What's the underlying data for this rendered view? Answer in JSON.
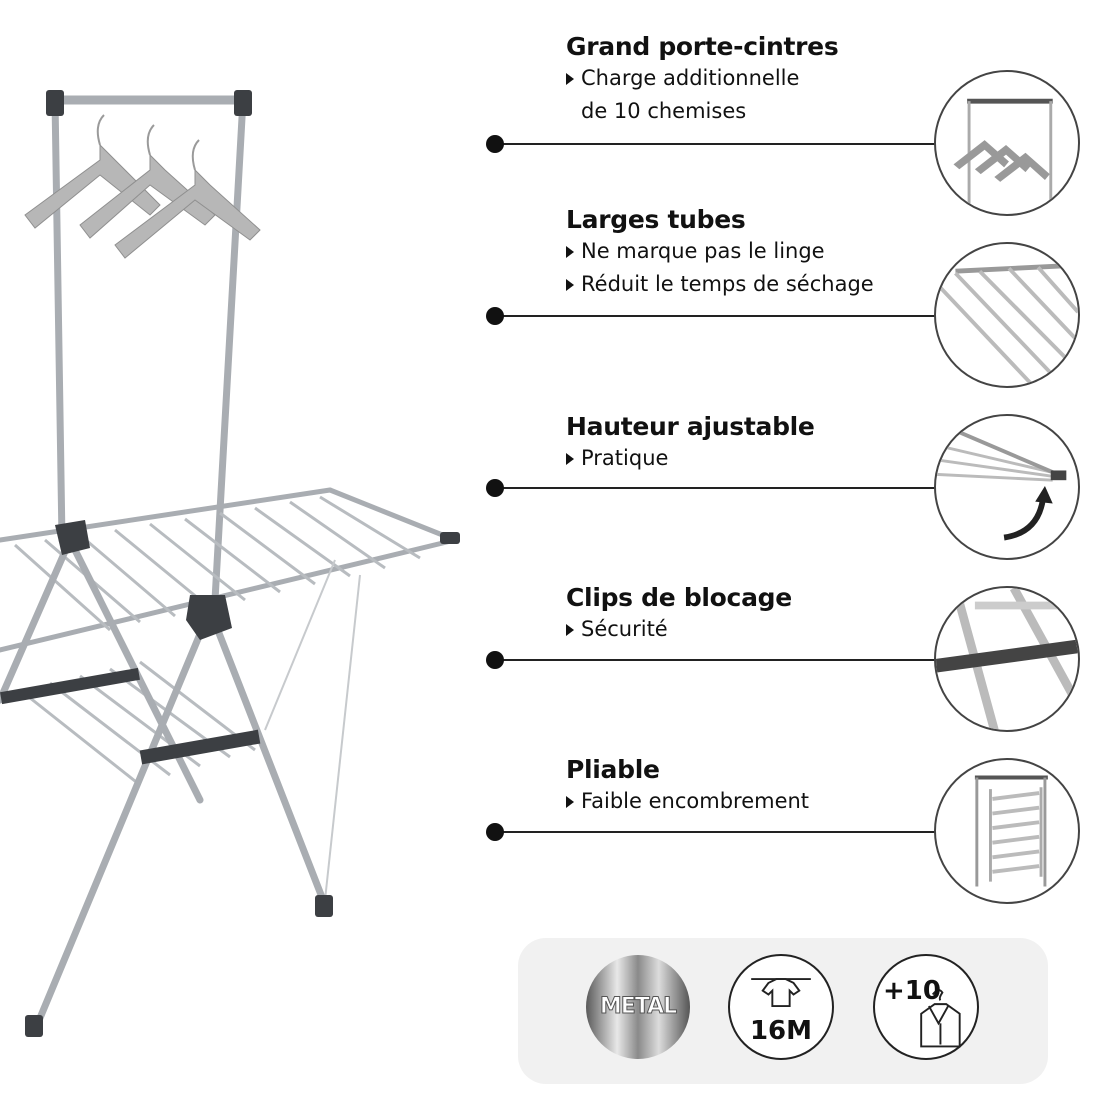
{
  "features": [
    {
      "title": "Grand porte-cintres",
      "lines": [
        "Charge additionnelle",
        "de 10 chemises"
      ],
      "icon": "hanger-rail-icon"
    },
    {
      "title": "Larges tubes",
      "lines": [
        "Ne marque pas le linge",
        "Réduit le temps de séchage"
      ],
      "icon": "wide-tubes-icon"
    },
    {
      "title": "Hauteur ajustable",
      "lines": [
        "Pratique"
      ],
      "icon": "adjustable-wing-icon"
    },
    {
      "title": "Clips de blocage",
      "lines": [
        "Sécurité"
      ],
      "icon": "locking-clip-icon"
    },
    {
      "title": "Pliable",
      "lines": [
        "Faible encombrement"
      ],
      "icon": "folded-rack-icon"
    }
  ],
  "badges": {
    "metal": "METAL",
    "length": "16M",
    "capacity": "+10"
  },
  "colors": {
    "text": "#111111",
    "accent_gray": "#8a8a8a",
    "panel": "#f1f1f1"
  }
}
